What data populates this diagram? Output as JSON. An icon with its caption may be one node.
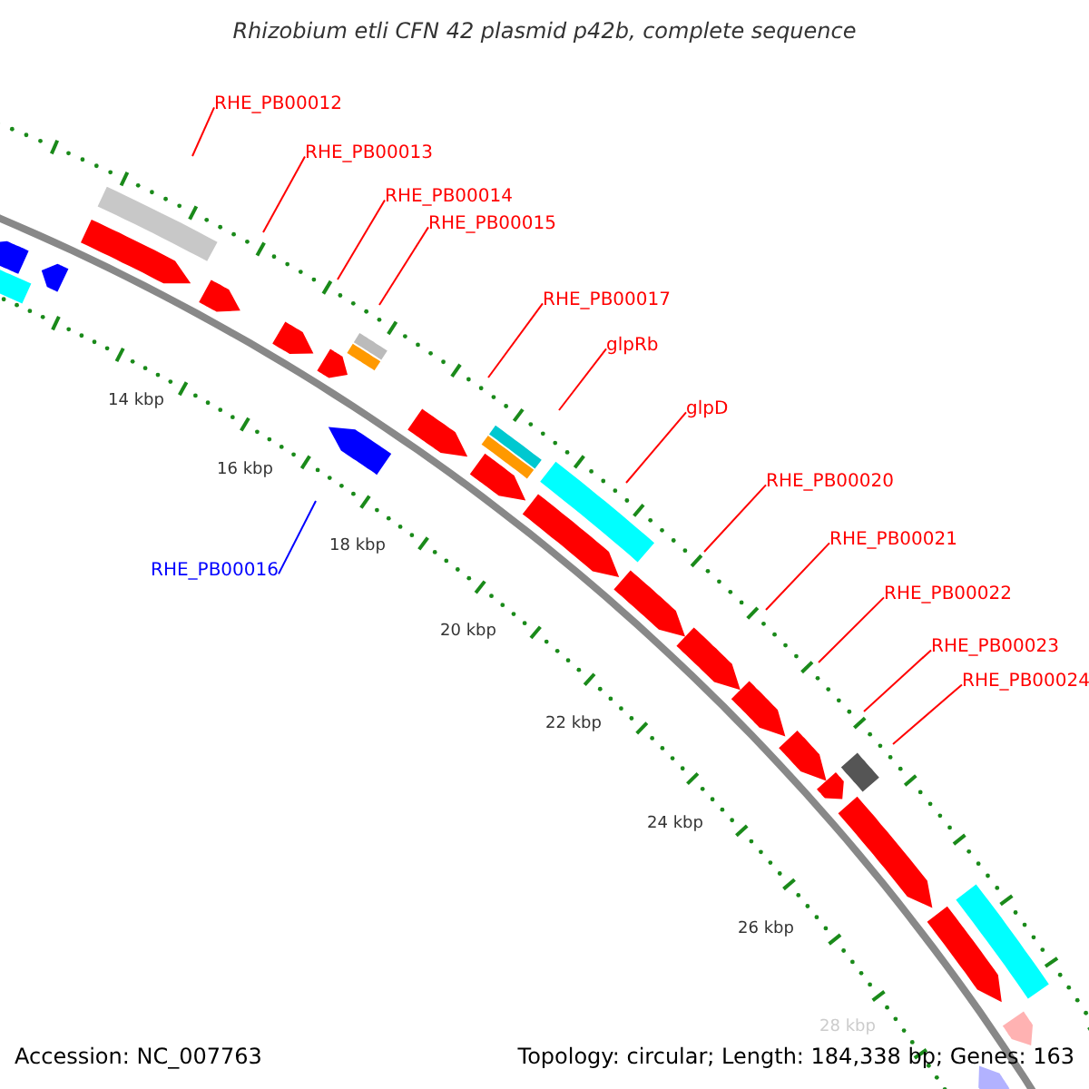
{
  "diagram": {
    "title": "Rhizobium etli CFN 42 plasmid p42b, complete sequence",
    "nodes": [
      {
        "text": [
          "RHE_PB00012"
        ]
      },
      {
        "text": [
          "RHE_PB00013"
        ]
      },
      {
        "text": [
          "RHE_PB00014"
        ]
      },
      {
        "text": [
          "RHE_PB00015"
        ]
      },
      {
        "text": [
          "RHE_PB00017"
        ]
      },
      {
        "text": [
          "glpRb"
        ]
      },
      {
        "text": [
          "glpD"
        ]
      },
      {
        "text": [
          "RHE_PB00020"
        ]
      },
      {
        "text": [
          "RHE_PB00021"
        ]
      },
      {
        "text": [
          "RHE_PB00016"
        ]
      },
      {
        "text": [
          "RHE_PB00022"
        ]
      },
      {
        "text": [
          "RHE_PB00023"
        ]
      },
      {
        "text": [
          "RHE_PB00024"
        ]
      }
    ],
    "edges": [
      {
        "from": 0,
        "to": null,
        "arrow": "none"
      },
      {
        "from": 1,
        "to": null,
        "arrow": "none"
      },
      {
        "from": 2,
        "to": null,
        "arrow": "none"
      },
      {
        "from": 3,
        "to": null,
        "arrow": "none"
      },
      {
        "from": 4,
        "to": null,
        "arrow": "none"
      },
      {
        "from": 5,
        "to": null,
        "arrow": "none"
      },
      {
        "from": 6,
        "to": null,
        "arrow": "none"
      },
      {
        "from": 7,
        "to": null,
        "arrow": "none"
      },
      {
        "from": 8,
        "to": null,
        "arrow": "none"
      },
      {
        "from": 9,
        "to": null,
        "arrow": "none",
        "color": "#0000ff"
      },
      {
        "from": 10,
        "to": null,
        "arrow": "none"
      },
      {
        "from": 11,
        "to": null,
        "arrow": "none"
      },
      {
        "from": 12,
        "to": null,
        "arrow": "none"
      }
    ],
    "labels": [
      "14 kbp",
      "16 kbp",
      "18 kbp",
      "20 kbp",
      "22 kbp",
      "24 kbp",
      "26 kbp",
      "28 kbp",
      "Accession: NC_007763",
      "Topology: circular; Length: 184,338 bp; Genes: 163"
    ]
  }
}
